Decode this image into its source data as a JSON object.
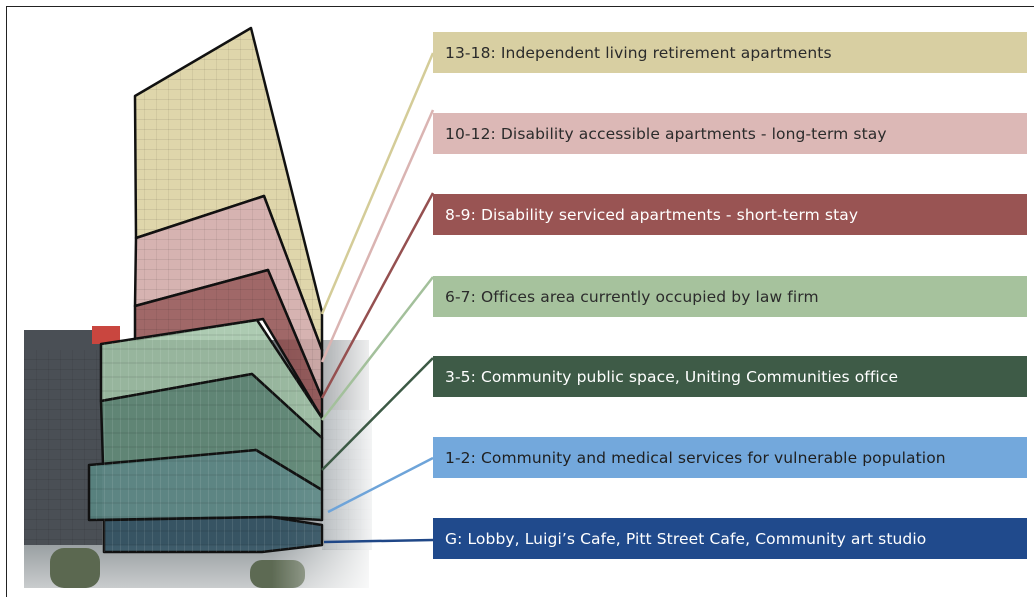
{
  "levels": [
    {
      "id": "l13",
      "text": "13-18: Independent living retirement apartments",
      "fill": "#d8cfa2",
      "text_color": "#2b2b2b",
      "zone_color": "#d9cf9c",
      "line_color": "#d4cc98"
    },
    {
      "id": "l10",
      "text": "10-12: Disability accessible apartments - long-term stay",
      "fill": "#dcb8b6",
      "text_color": "#2b2b2b",
      "zone_color": "#cfa6a3",
      "line_color": "#dab4b2"
    },
    {
      "id": "l8",
      "text": "8-9: Disability serviced apartments - short-term stay",
      "fill": "#995453",
      "text_color": "#ffffff",
      "zone_color": "#8f4e4d",
      "line_color": "#955050"
    },
    {
      "id": "l6",
      "text": "6-7: Offices area currently occupied by law firm",
      "fill": "#a6c29d",
      "text_color": "#2b2b2b",
      "zone_color": "#9fc2a4",
      "line_color": "#a3c09b"
    },
    {
      "id": "l3",
      "text": "3-5: Community public space, Uniting Communities office",
      "fill": "#3e5b47",
      "text_color": "#ffffff",
      "zone_color": "#5e8a76",
      "line_color": "#3c5a45"
    },
    {
      "id": "l1",
      "text": "1-2: Community and medical services for vulnerable population",
      "fill": "#73a8dc",
      "text_color": "#1f1f1f",
      "zone_color": "#5b8a86",
      "line_color": "#6ea4d9"
    },
    {
      "id": "lg",
      "text": "G: Lobby, Luigi’s Cafe, Pitt Street Cafe, Community art studio",
      "fill": "#204a8c",
      "text_color": "#ffffff",
      "zone_color": "#2e5060",
      "line_color": "#1f4787"
    }
  ]
}
